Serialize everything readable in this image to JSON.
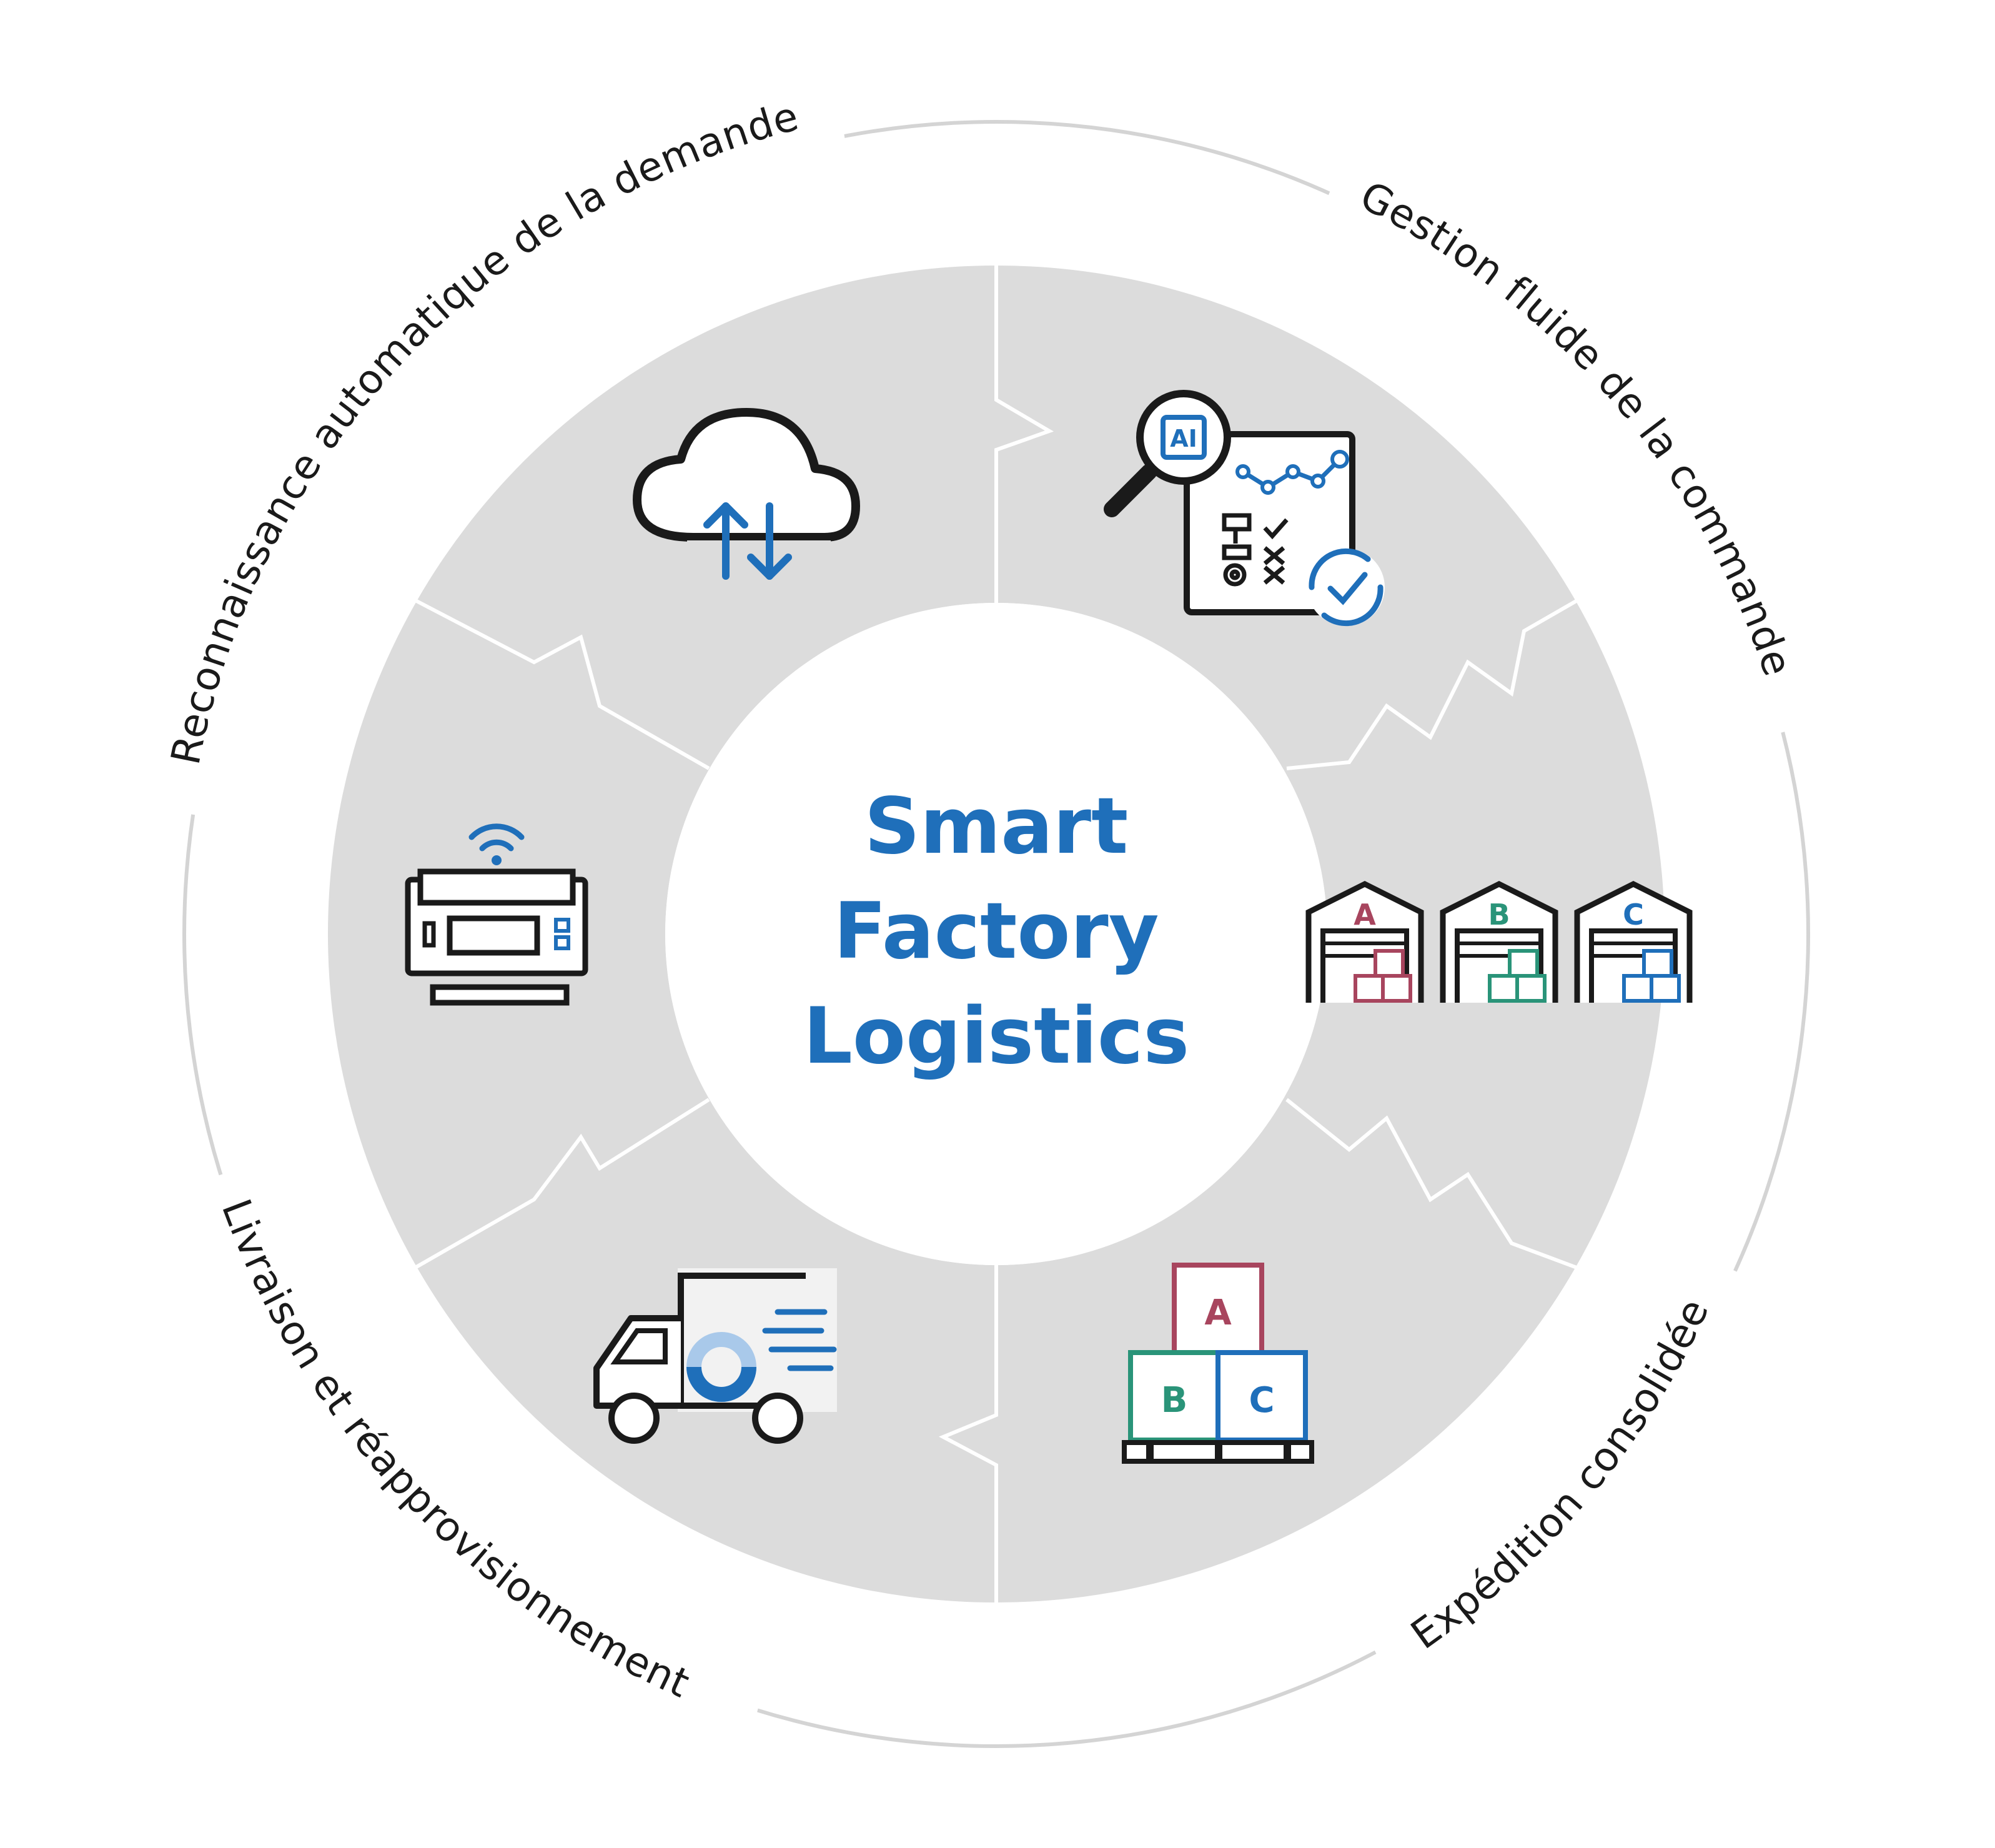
{
  "center_title": {
    "line1": "Smart",
    "line2": "Factory",
    "line3": "Logistics"
  },
  "arc_labels": {
    "top_left": "Reconnaissance automatique de la demande",
    "top_right": "Gestion fluide de la commande",
    "bottom_right": "Expédition consolidée",
    "bottom_left": "Livraison et réapprovisionnement"
  },
  "icons": {
    "cloud": "cloud-sync-icon",
    "ai_checklist": "ai-checklist-icon",
    "warehouses": "warehouse-abc-icon",
    "pallet": "pallet-boxes-icon",
    "truck": "delivery-truck-icon",
    "machine": "connected-machine-icon"
  },
  "letters": {
    "warehouse_a": "A",
    "warehouse_b": "B",
    "warehouse_c": "C",
    "box_a": "A",
    "box_b": "B",
    "box_c": "C",
    "ai_chip": "AI"
  },
  "colors": {
    "accent_blue": "#1f6fba",
    "ring_gray": "#dcdcdc",
    "outline_gray": "#d4d4d4",
    "letter_a": "#a8455e",
    "letter_b": "#2a9479",
    "letter_c": "#1f6fba",
    "icon_stroke": "#1a1a1a"
  }
}
